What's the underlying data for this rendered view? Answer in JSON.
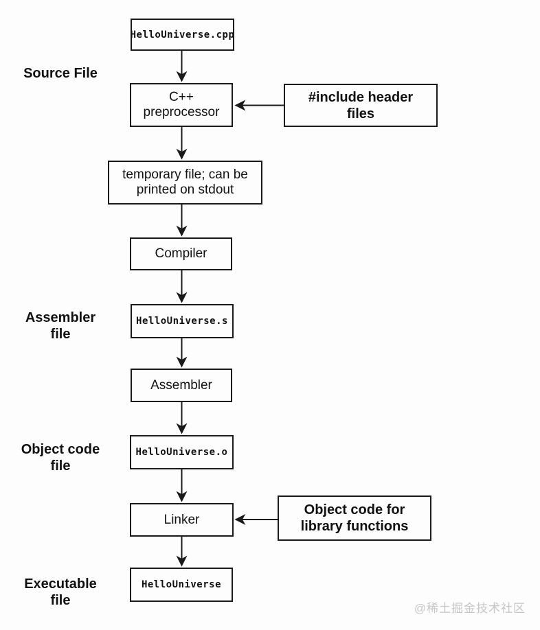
{
  "diagram": {
    "nodes": {
      "source_file": "HelloUniverse.cpp",
      "preprocessor": "C++\npreprocessor",
      "include_headers": "#include header\nfiles",
      "temp_file": "temporary file; can be\nprinted on stdout",
      "compiler": "Compiler",
      "assembly_file": "HelloUniverse.s",
      "assembler": "Assembler",
      "object_file": "HelloUniverse.o",
      "linker": "Linker",
      "library_object": "Object code for\nlibrary functions",
      "executable": "HelloUniverse"
    },
    "stage_labels": {
      "source": "Source File",
      "assembler": "Assembler\nfile",
      "object": "Object code\nfile",
      "executable": "Executable\nfile"
    },
    "watermark": "@稀土掘金技术社区",
    "colors": {
      "line": "#1a1a1a",
      "text": "#111111",
      "background": "#fdfdfd",
      "watermark": "#c6c6c6"
    }
  }
}
